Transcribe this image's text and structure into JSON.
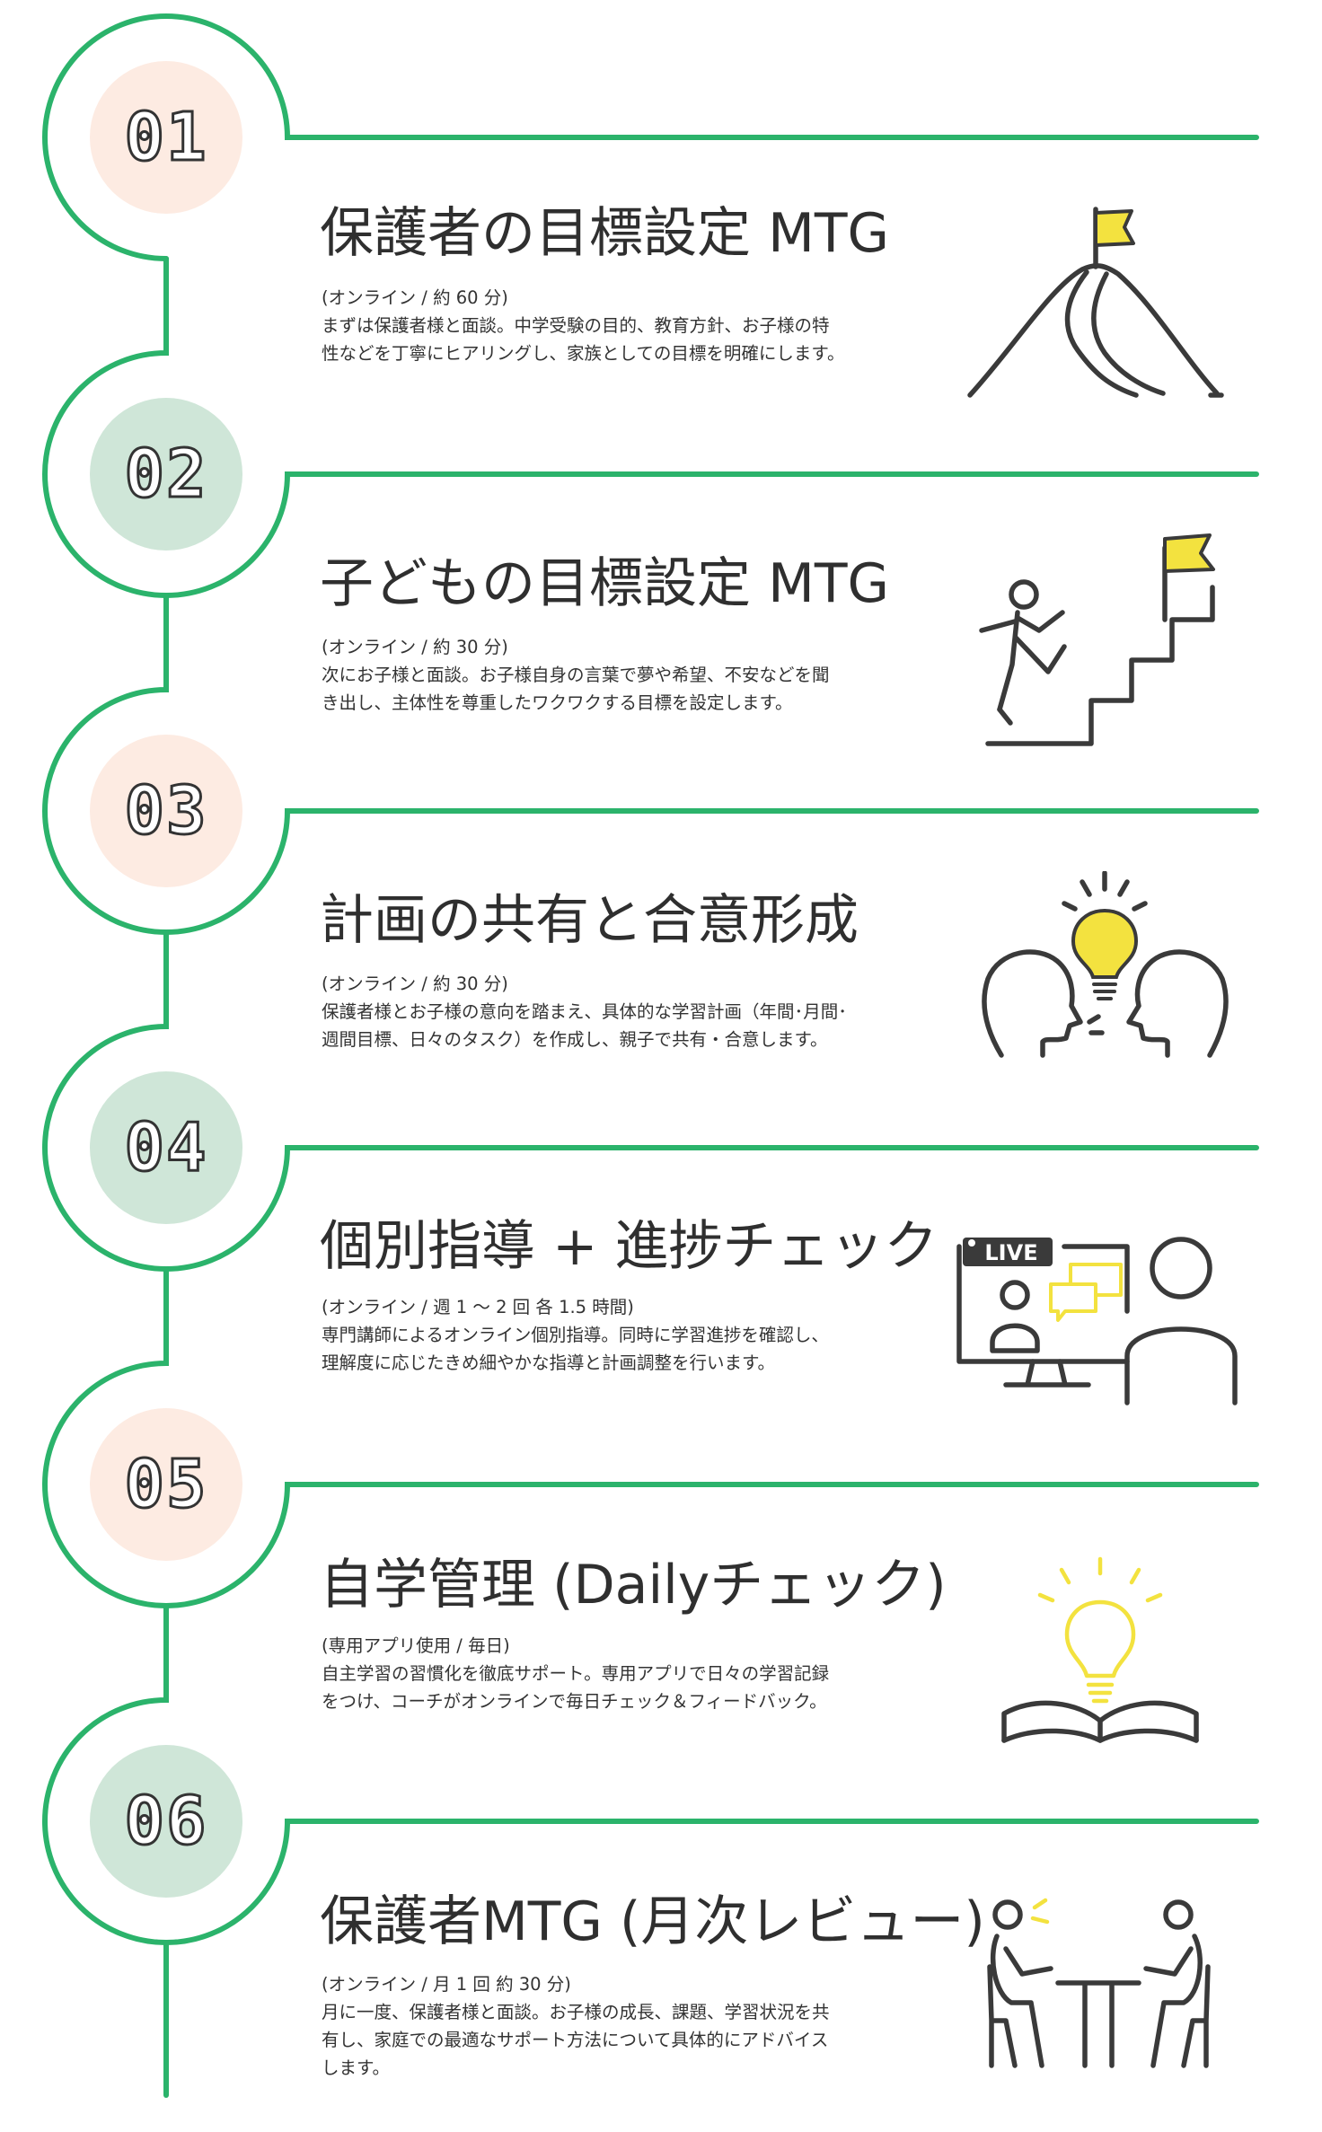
{
  "colors": {
    "line": "#2bb36b",
    "badge_peach": "#fdebe2",
    "badge_green": "#cfe6d8",
    "accent_yellow": "#f3e23f",
    "stroke": "#3a3a3a"
  },
  "steps": [
    {
      "num": "01",
      "badge": "peach",
      "title": "保護者の目標設定 MTG",
      "meta": "(オンライン / 約 60 分)",
      "lines": [
        "まずは保護者様と面談。中学受験の目的、教育方針、お子様の特",
        "性などを丁寧にヒアリングし、家族としての目標を明確にします。"
      ],
      "icon": "mountain-flag-icon"
    },
    {
      "num": "02",
      "badge": "green",
      "title": "子どもの目標設定 MTG",
      "meta": "(オンライン / 約 30 分)",
      "lines": [
        "次にお子様と面談。お子様自身の言葉で夢や希望、不安などを聞",
        "き出し、主体性を尊重したワクワクする目標を設定します。"
      ],
      "icon": "stairs-climber-icon"
    },
    {
      "num": "03",
      "badge": "peach",
      "title": "計画の共有と合意形成",
      "meta": "(オンライン / 約 30 分)",
      "lines": [
        "保護者様とお子様の意向を踏まえ、具体的な学習計画（年間･月間･",
        "週間目標、日々のタスク）を作成し、親子で共有・合意します。"
      ],
      "icon": "two-heads-idea-icon"
    },
    {
      "num": "04",
      "badge": "green",
      "title": "個別指導 + 進捗チェック",
      "meta": "(オンライン / 週 1 ～ 2 回 各 1.5 時間)",
      "lines": [
        "専門講師によるオンライン個別指導。同時に学習進捗を確認し、",
        "理解度に応じたきめ細やかな指導と計画調整を行います。"
      ],
      "icon": "live-lesson-icon",
      "live_label": "LIVE"
    },
    {
      "num": "05",
      "badge": "peach",
      "title": "自学管理 (Dailyチェック)",
      "meta": "(専用アプリ使用 / 毎日)",
      "lines": [
        "自主学習の習慣化を徹底サポート。専用アプリで日々の学習記録",
        "をつけ、コーチがオンラインで毎日チェック＆フィードバック。"
      ],
      "icon": "open-book-bulb-icon"
    },
    {
      "num": "06",
      "badge": "green",
      "title": "保護者MTG (月次レビュー)",
      "meta": "(オンライン / 月 1 回 約 30 分)",
      "lines": [
        "月に一度、保護者様と面談。お子様の成長、課題、学習状況を共",
        "有し、家庭での最適なサポート方法について具体的にアドバイス",
        "します。"
      ],
      "icon": "meeting-table-icon"
    }
  ]
}
